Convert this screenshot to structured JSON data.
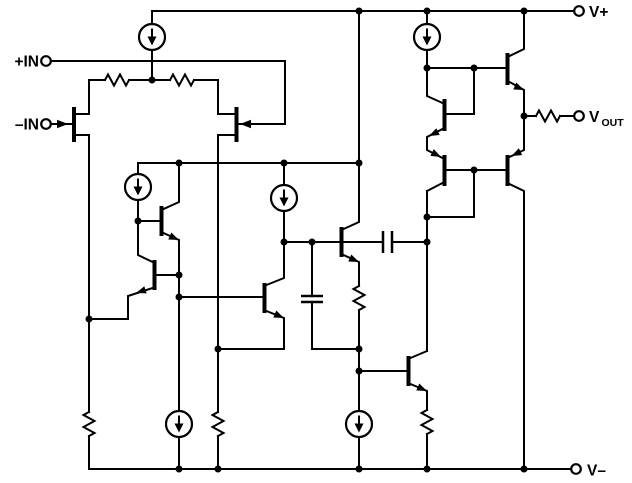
{
  "figure": {
    "description": "Simplified schematic of a JFET-input operational amplifier",
    "background_color": "#ffffff",
    "line_color": "#000000",
    "text_color": "#000000"
  },
  "labels": {
    "in_plus": "+IN",
    "in_minus": "–IN",
    "v_plus": "V+",
    "v_out_main": "V",
    "v_out_sub": "OUT",
    "v_minus": "V–"
  },
  "components": {
    "current_sources": 6,
    "input_jfets": 2,
    "bipolar_transistors": 9,
    "resistors": 7,
    "capacitors": 2,
    "terminals": [
      "+IN",
      "–IN",
      "V+",
      "VOUT",
      "V–"
    ]
  }
}
